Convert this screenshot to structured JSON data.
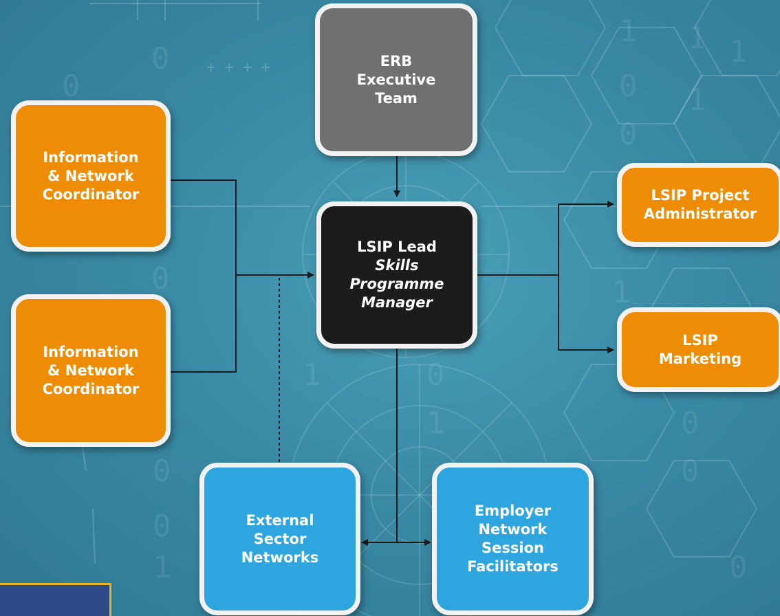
{
  "nodes": {
    "erb_executive": [
      "ERB",
      "Executive",
      "Team"
    ],
    "info_coord_1": [
      "Information",
      "& Network",
      "Coordinator"
    ],
    "info_coord_2": [
      "Information",
      "& Network",
      "Coordinator"
    ],
    "lsip_lead": {
      "title": "LSIP Lead",
      "subtitle": [
        "Skills",
        "Programme",
        "Manager"
      ]
    },
    "project_admin": [
      "LSIP Project",
      "Administrator"
    ],
    "marketing": [
      "LSIP",
      "Marketing"
    ],
    "external_networks": [
      "External",
      "Sector",
      "Networks"
    ],
    "employer_facilitators": [
      "Employer",
      "Network",
      "Session",
      "Facilitators"
    ]
  },
  "colors": {
    "orange": "#ef8c05",
    "grey": "#707070",
    "black": "#1c1c1c",
    "blue": "#2ea5df",
    "connector": "#1a1a1a",
    "background": "#3a8aa5"
  }
}
